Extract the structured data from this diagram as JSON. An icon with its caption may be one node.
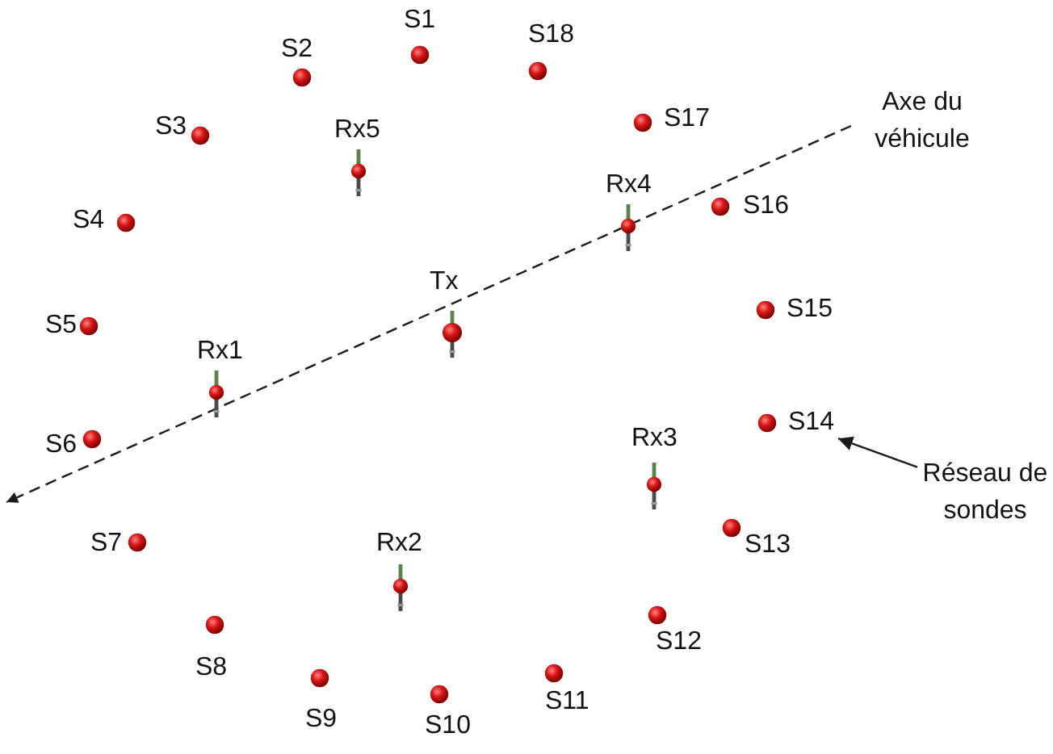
{
  "diagram": {
    "nodes": [
      {
        "text": [
          "S1"
        ]
      },
      {
        "text": [
          "S2"
        ]
      },
      {
        "text": [
          "S3"
        ]
      },
      {
        "text": [
          "S4"
        ]
      },
      {
        "text": [
          "S5"
        ]
      },
      {
        "text": [
          "S6"
        ]
      },
      {
        "text": [
          "S7"
        ]
      },
      {
        "text": [
          "S8"
        ]
      },
      {
        "text": [
          "S9"
        ]
      },
      {
        "text": [
          "S10"
        ]
      },
      {
        "text": [
          "S11"
        ]
      },
      {
        "text": [
          "S12"
        ]
      },
      {
        "text": [
          "S13"
        ]
      },
      {
        "text": [
          "S14"
        ]
      },
      {
        "text": [
          "S15"
        ]
      },
      {
        "text": [
          "S16"
        ]
      },
      {
        "text": [
          "S17"
        ]
      },
      {
        "text": [
          "S18"
        ]
      },
      {
        "text": [
          "Tx"
        ]
      },
      {
        "text": [
          "Rx1"
        ]
      },
      {
        "text": [
          "Rx2"
        ]
      },
      {
        "text": [
          "Rx3"
        ]
      },
      {
        "text": [
          "Rx4"
        ]
      },
      {
        "text": [
          "Rx5"
        ]
      },
      {
        "text": [
          "Réseau de sondes"
        ]
      }
    ],
    "edges": [
      {
        "from": 24,
        "to": 13,
        "arrow": "to"
      }
    ],
    "labels": [
      "Axe du véhicule"
    ]
  }
}
